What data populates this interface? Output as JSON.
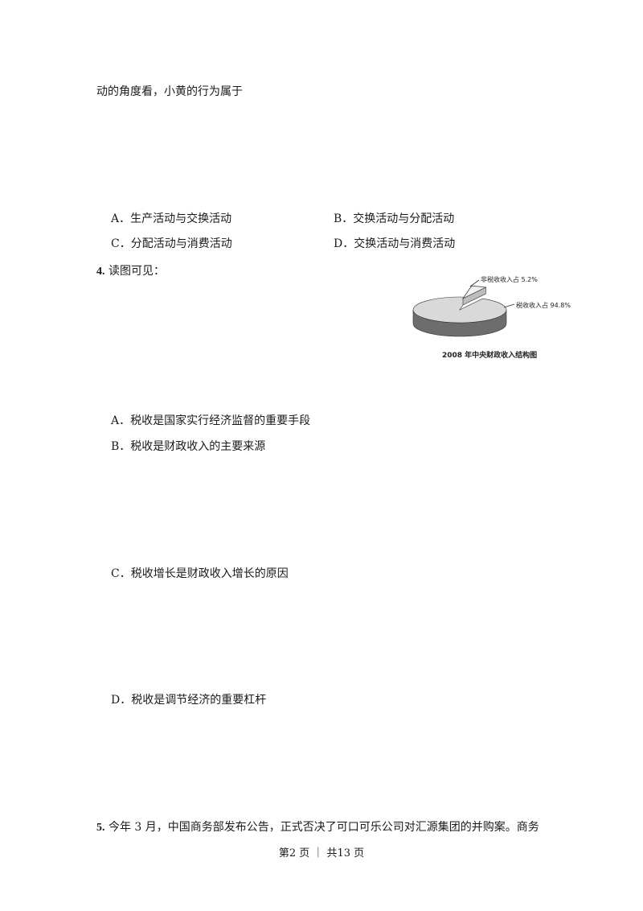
{
  "q3": {
    "stem_tail": "动的角度看，小黄的行为属于",
    "options": {
      "A": "A．生产活动与交换活动",
      "B": "B．交换活动与分配活动",
      "C": "C．分配活动与消费活动",
      "D": "D．交换活动与消费活动"
    }
  },
  "q4": {
    "number": "4.",
    "stem": "读图可见：",
    "options": {
      "A": "A．税收是国家实行经济监督的重要手段",
      "B": "B．税收是财政收入的主要来源",
      "C": "C．税收增长是财政收入增长的原因",
      "D": "D．税收是调节经济的重要杠杆"
    }
  },
  "chart_data": {
    "type": "pie",
    "title": "2008 年中央财政收入结构图",
    "slices": [
      {
        "label": "非税收收入占 5.2%",
        "value": 5.2
      },
      {
        "label": "税收收入占 94.8%",
        "value": 94.8
      }
    ],
    "colors": [
      "#f2f2f2",
      "#d9d9d9",
      "#6d6d6d"
    ]
  },
  "q5": {
    "number": "5.",
    "stem": "今年 3 月，中国商务部发布公告，正式否决了可口可乐公司对汇源集团的并购案。商务"
  },
  "footer": {
    "page_info": "第2 页 ｜ 共13 页"
  }
}
